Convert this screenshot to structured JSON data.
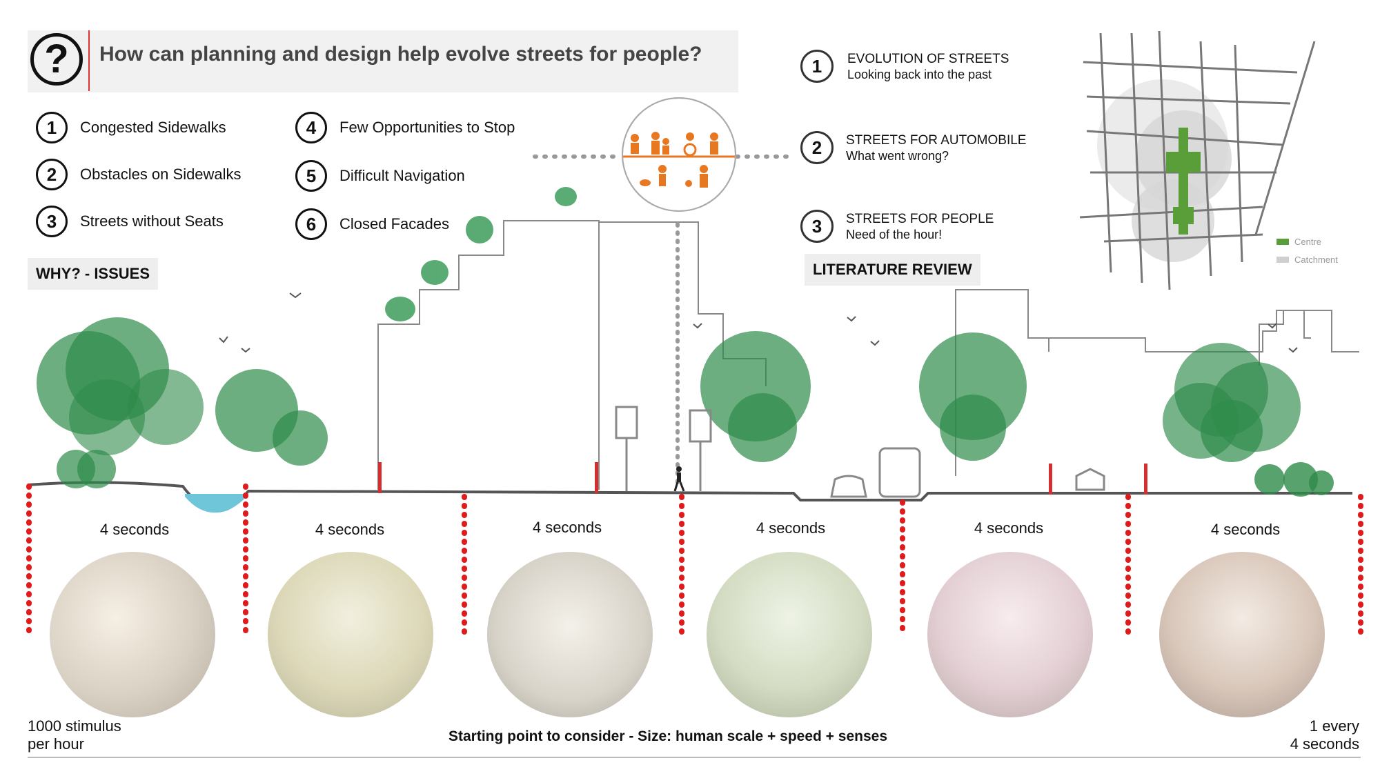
{
  "header": {
    "question": "How can planning and design help evolve streets for people?",
    "question_icon": "?"
  },
  "issues": [
    {
      "num": "1",
      "label": "Congested Sidewalks"
    },
    {
      "num": "2",
      "label": "Obstacles on Sidewalks"
    },
    {
      "num": "3",
      "label": "Streets without Seats"
    },
    {
      "num": "4",
      "label": "Few Opportunities to Stop"
    },
    {
      "num": "5",
      "label": "Difficult Navigation"
    },
    {
      "num": "6",
      "label": "Closed Facades"
    }
  ],
  "why_label": "WHY? - ISSUES",
  "literature": [
    {
      "num": "1",
      "title": "EVOLUTION OF STREETS",
      "subtitle": "Looking back into the past"
    },
    {
      "num": "2",
      "title": "STREETS FOR AUTOMOBILE",
      "subtitle": "What went wrong?"
    },
    {
      "num": "3",
      "title": "STREETS FOR PEOPLE",
      "subtitle": "Need of the hour!"
    }
  ],
  "literature_label": "LITERATURE REVIEW",
  "map_legend": [
    {
      "label": "Centre",
      "color": "#5a9e3a"
    },
    {
      "label": "Catchment",
      "color": "#cfcfcf"
    }
  ],
  "segments": [
    {
      "label": "4 seconds"
    },
    {
      "label": "4 seconds"
    },
    {
      "label": "4 seconds"
    },
    {
      "label": "4 seconds"
    },
    {
      "label": "4 seconds"
    },
    {
      "label": "4 seconds"
    }
  ],
  "footer": {
    "left_line1": "1000 stimulus",
    "left_line2": "per hour",
    "center": "Starting point to consider - Size: human scale + speed + senses",
    "right_line1": "1 every",
    "right_line2": "4 seconds"
  },
  "colors": {
    "accent_red": "#d32f2f",
    "tree_green": "#2e8b4a",
    "orange": "#e87722",
    "water": "#6ec6d8"
  }
}
